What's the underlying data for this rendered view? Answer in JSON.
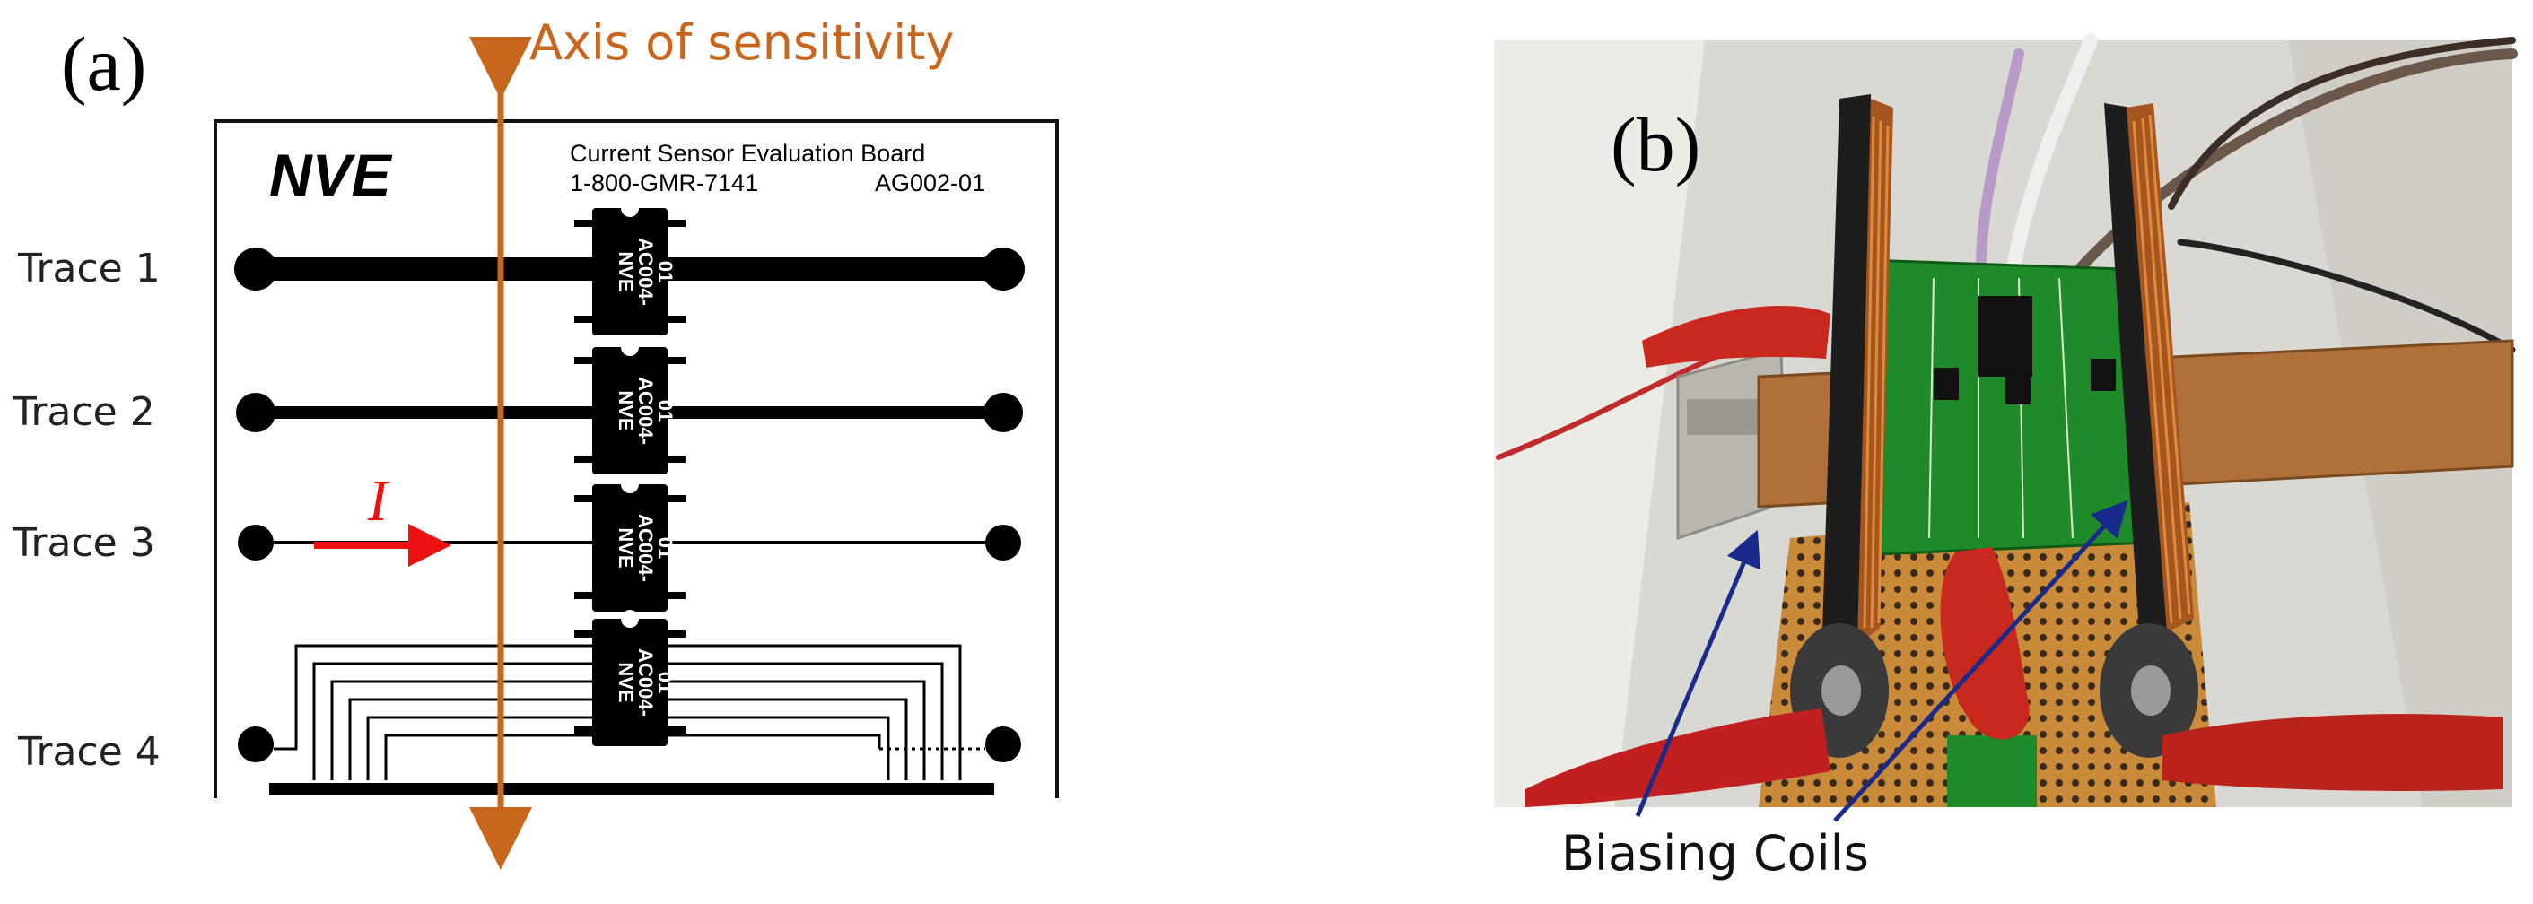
{
  "panel_a": {
    "label": "(a)",
    "axis_label": "Axis of sensitivity",
    "logo": "NVE",
    "board_title": "Current Sensor Evaluation Board",
    "board_phone": "1-800-GMR-7141",
    "board_code": "AG002-01",
    "traces": [
      "Trace 1",
      "Trace 2",
      "Trace 3",
      "Trace 4"
    ],
    "chip_text": [
      "NVE",
      "AC004-",
      "01"
    ],
    "current_symbol": "I"
  },
  "panel_b": {
    "label": "(b)",
    "caption": "Biasing Coils"
  },
  "colors": {
    "axis": "#c8661e",
    "current_arrow": "#ee1111",
    "pointer": "#1a2a8a",
    "pcb_green": "#1e8a2a"
  }
}
